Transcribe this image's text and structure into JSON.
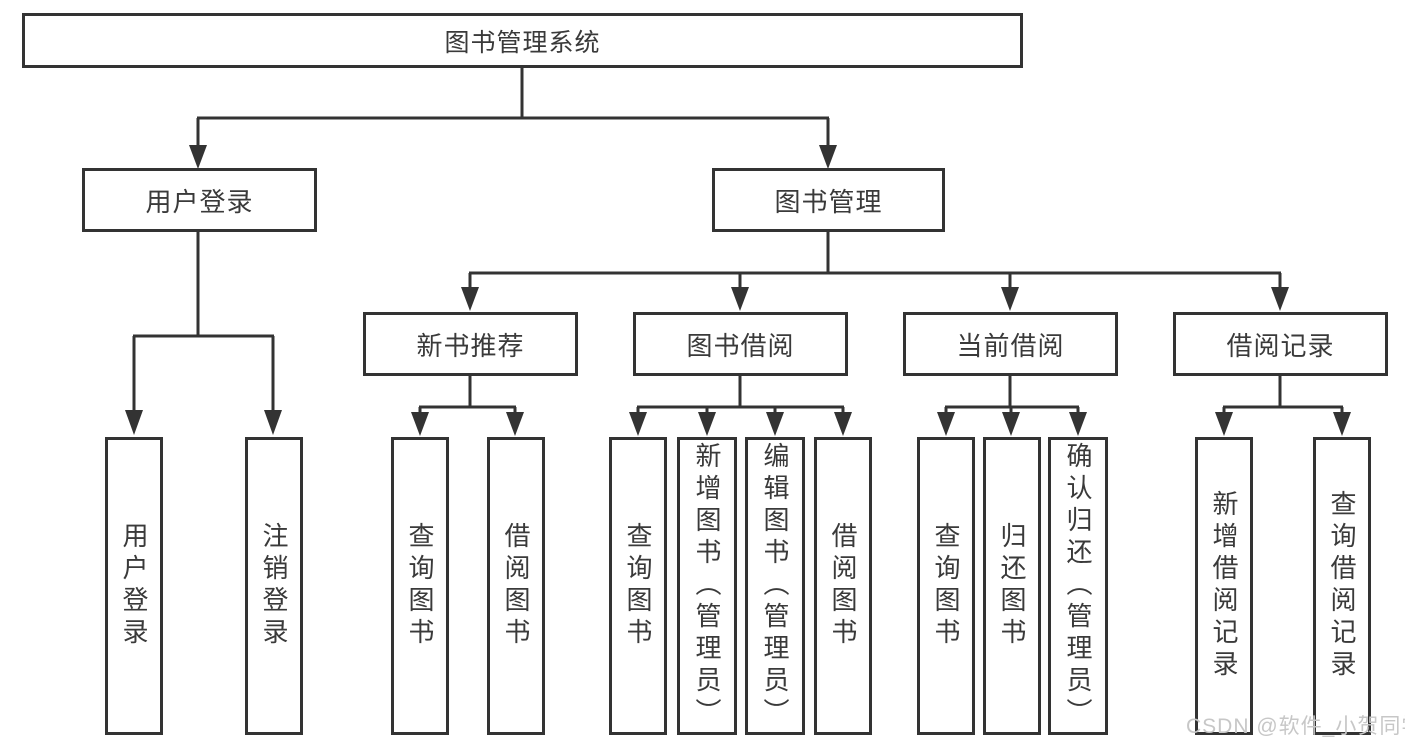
{
  "tree": {
    "label": "图书管理系统",
    "children": [
      {
        "label": "用户登录",
        "children": [
          {
            "label": "用户登录"
          },
          {
            "label": "注销登录"
          }
        ]
      },
      {
        "label": "图书管理",
        "children": [
          {
            "label": "新书推荐",
            "children": [
              {
                "label": "查询图书"
              },
              {
                "label": "借阅图书"
              }
            ]
          },
          {
            "label": "图书借阅",
            "children": [
              {
                "label": "查询图书"
              },
              {
                "label": "新增图书（管理员）"
              },
              {
                "label": "编辑图书（管理员）"
              },
              {
                "label": "借阅图书"
              }
            ]
          },
          {
            "label": "当前借阅",
            "children": [
              {
                "label": "查询图书"
              },
              {
                "label": "归还图书"
              },
              {
                "label": "确认归还（管理员）"
              }
            ]
          },
          {
            "label": "借阅记录",
            "children": [
              {
                "label": "新增借阅记录"
              },
              {
                "label": "查询借阅记录"
              }
            ]
          }
        ]
      }
    ]
  },
  "watermark": {
    "text": "CSDN @软件_小贺同学"
  },
  "colors": {
    "line": "#333333",
    "text": "#3a3a3a",
    "watermark": "#c7c7c7",
    "background": "#ffffff"
  }
}
